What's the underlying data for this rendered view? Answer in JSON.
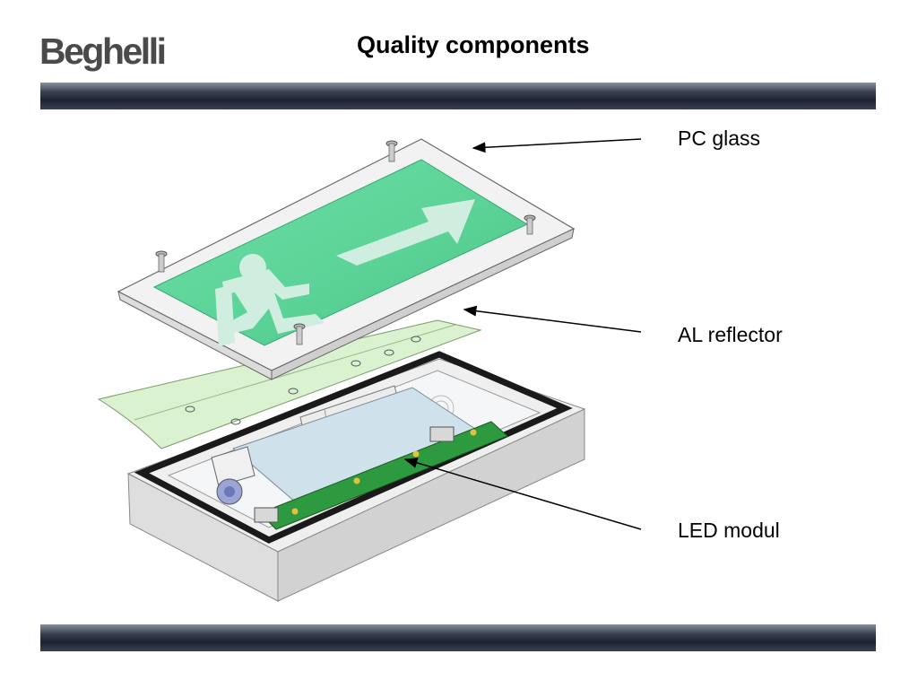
{
  "header": {
    "logo_text": "Beghelli",
    "title": "Quality components"
  },
  "callouts": [
    {
      "label": "PC glass"
    },
    {
      "label": "AL reflector"
    },
    {
      "label": "LED modul"
    }
  ],
  "colors": {
    "bar_dark": "#1c2232",
    "sign_green": "#5fd39a",
    "pictogram": "#cfeee0",
    "pcb_green": "#2e9a40",
    "housing_grey": "#e4e4e4"
  }
}
